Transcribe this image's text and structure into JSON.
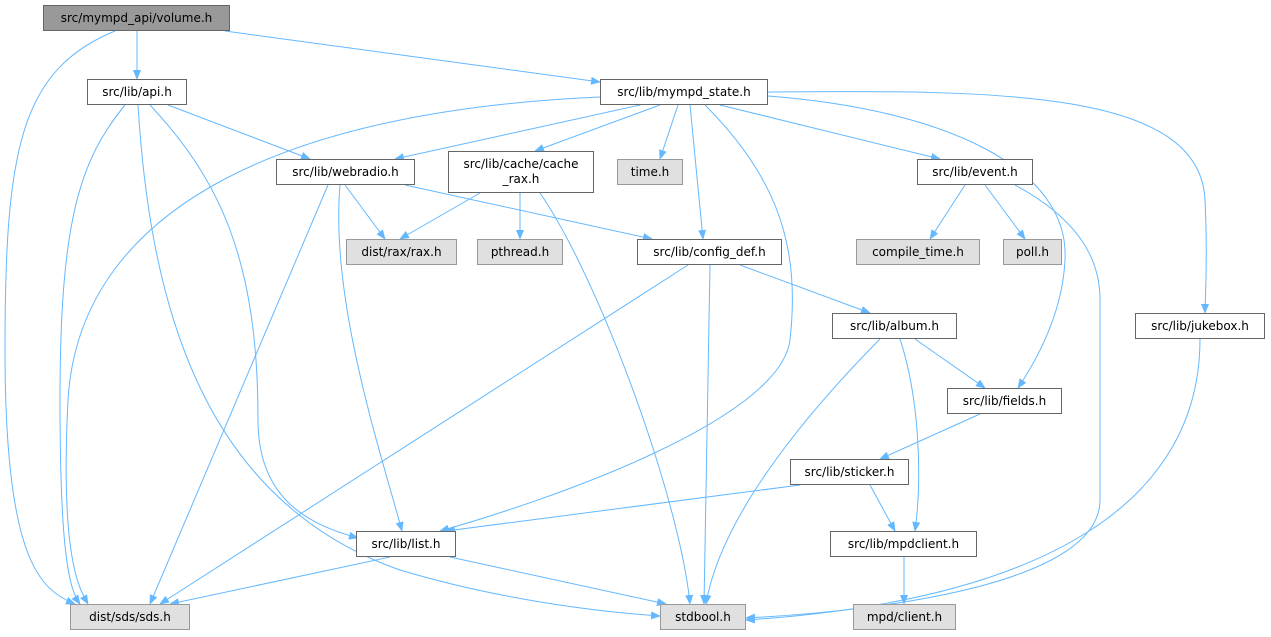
{
  "graph": {
    "type": "include-dependency-graph",
    "nodes": {
      "volume": {
        "label": "src/mympd_api/volume.h",
        "kind": "root"
      },
      "api": {
        "label": "src/lib/api.h",
        "kind": "file"
      },
      "mympd_state": {
        "label": "src/lib/mympd_state.h",
        "kind": "file"
      },
      "webradio": {
        "label": "src/lib/webradio.h",
        "kind": "file"
      },
      "cache_rax": {
        "label": "src/lib/cache/cache\n_rax.h",
        "kind": "file"
      },
      "time": {
        "label": "time.h",
        "kind": "external"
      },
      "event": {
        "label": "src/lib/event.h",
        "kind": "file"
      },
      "rax": {
        "label": "dist/rax/rax.h",
        "kind": "external"
      },
      "pthread": {
        "label": "pthread.h",
        "kind": "external"
      },
      "config_def": {
        "label": "src/lib/config_def.h",
        "kind": "file"
      },
      "compile_time": {
        "label": "compile_time.h",
        "kind": "external"
      },
      "poll": {
        "label": "poll.h",
        "kind": "external"
      },
      "album": {
        "label": "src/lib/album.h",
        "kind": "file"
      },
      "jukebox": {
        "label": "src/lib/jukebox.h",
        "kind": "file"
      },
      "fields": {
        "label": "src/lib/fields.h",
        "kind": "file"
      },
      "sticker": {
        "label": "src/lib/sticker.h",
        "kind": "file"
      },
      "list": {
        "label": "src/lib/list.h",
        "kind": "file"
      },
      "mpdclient": {
        "label": "src/lib/mpdclient.h",
        "kind": "file"
      },
      "sds": {
        "label": "dist/sds/sds.h",
        "kind": "external"
      },
      "stdbool": {
        "label": "stdbool.h",
        "kind": "external"
      },
      "mpd_client": {
        "label": "mpd/client.h",
        "kind": "external"
      }
    },
    "edges": [
      [
        "volume",
        "sds"
      ],
      [
        "volume",
        "api"
      ],
      [
        "volume",
        "mympd_state"
      ],
      [
        "api",
        "sds"
      ],
      [
        "api",
        "list"
      ],
      [
        "api",
        "stdbool"
      ],
      [
        "api",
        "webradio"
      ],
      [
        "mympd_state",
        "sds"
      ],
      [
        "mympd_state",
        "webradio"
      ],
      [
        "mympd_state",
        "cache_rax"
      ],
      [
        "mympd_state",
        "time"
      ],
      [
        "mympd_state",
        "config_def"
      ],
      [
        "mympd_state",
        "list"
      ],
      [
        "mympd_state",
        "event"
      ],
      [
        "mympd_state",
        "fields"
      ],
      [
        "mympd_state",
        "jukebox"
      ],
      [
        "webradio",
        "rax"
      ],
      [
        "webradio",
        "config_def"
      ],
      [
        "webradio",
        "list"
      ],
      [
        "webradio",
        "sds"
      ],
      [
        "cache_rax",
        "rax"
      ],
      [
        "cache_rax",
        "pthread"
      ],
      [
        "cache_rax",
        "stdbool"
      ],
      [
        "event",
        "compile_time"
      ],
      [
        "event",
        "poll"
      ],
      [
        "event",
        "stdbool"
      ],
      [
        "config_def",
        "sds"
      ],
      [
        "config_def",
        "stdbool"
      ],
      [
        "config_def",
        "album"
      ],
      [
        "album",
        "stdbool"
      ],
      [
        "album",
        "mpdclient"
      ],
      [
        "album",
        "fields"
      ],
      [
        "fields",
        "sticker"
      ],
      [
        "sticker",
        "list"
      ],
      [
        "sticker",
        "mpdclient"
      ],
      [
        "list",
        "sds"
      ],
      [
        "list",
        "stdbool"
      ],
      [
        "mpdclient",
        "mpd_client"
      ],
      [
        "jukebox",
        "stdbool"
      ]
    ],
    "colors": {
      "edge": "#63b8ff",
      "root_fill": "#999999",
      "external_fill": "#e0e0e0",
      "file_fill": "#ffffff"
    }
  }
}
